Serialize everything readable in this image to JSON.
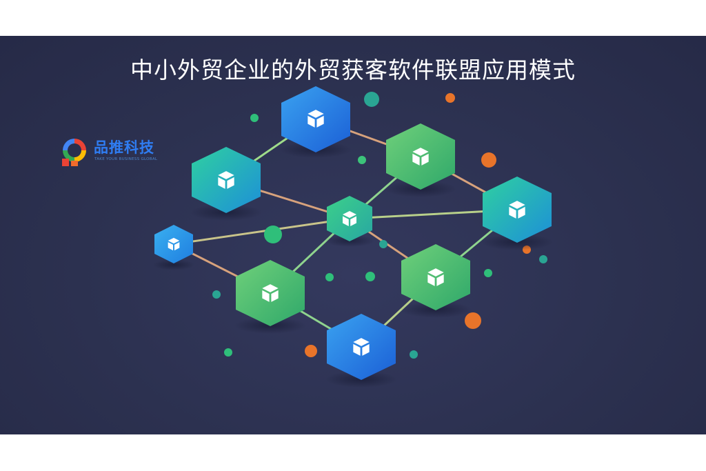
{
  "title": "中小外贸企业的外贸获客软件联盟应用模式",
  "logo": {
    "name": "品推科技",
    "tagline": "TAKE YOUR BUSINESS GLOBAL"
  },
  "colors": {
    "background": "#2c3150",
    "node_blue": "#2a7de1",
    "node_green": "#4cc06a",
    "node_teal": "#2bb5a6",
    "accent_orange": "#e8742a",
    "link_orange": "#d7a27c",
    "link_green": "#8fd48e"
  },
  "icons": {
    "node": "cube-icon",
    "logo": "pin-logo-icon"
  }
}
